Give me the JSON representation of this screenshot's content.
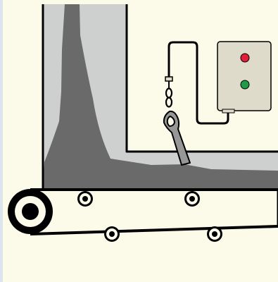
{
  "scene": {
    "background_color": "#fcfbe9",
    "edge_color": "#dde5ec",
    "outline_color": "#000000",
    "hopper": {
      "fill_color": "#cdd0cf",
      "material_color": "#696a69"
    },
    "control_box": {
      "fill_color": "#dedbca",
      "indicator_lights": [
        {
          "name": "red-light",
          "color": "#e11e3c"
        },
        {
          "name": "green-light",
          "color": "#1e9c48"
        }
      ]
    },
    "tool": {
      "chain_color": "#dedbca",
      "hook_color": "#979797"
    },
    "conveyor": {
      "belt_color": "#fcfbe9",
      "drive_roller": {
        "name": "drive-roller"
      },
      "idler_rollers": [
        {
          "name": "idler-roller-top-1"
        },
        {
          "name": "idler-roller-top-2"
        },
        {
          "name": "idler-roller-bottom-1"
        },
        {
          "name": "idler-roller-bottom-2"
        }
      ]
    }
  }
}
